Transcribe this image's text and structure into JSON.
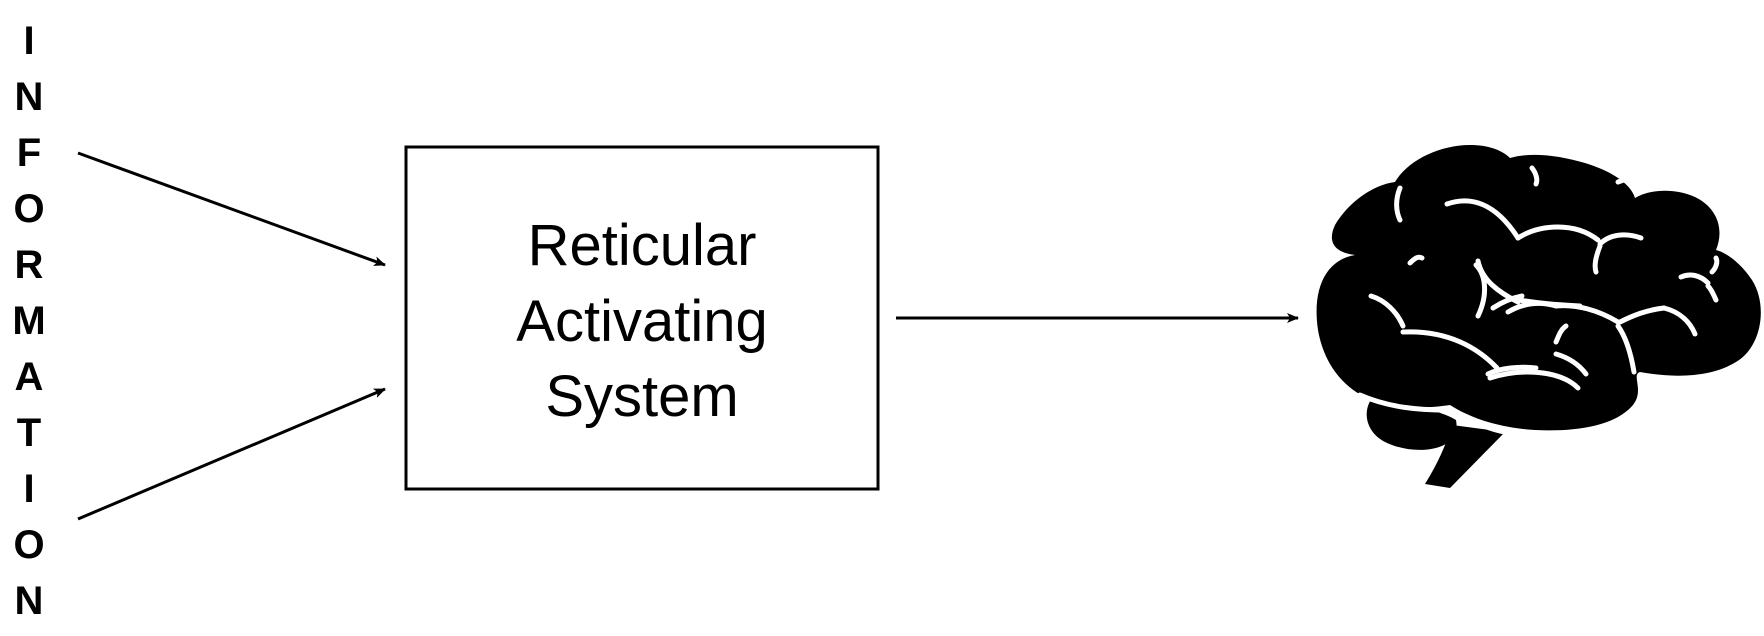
{
  "diagram": {
    "input_label": "INFORMATION",
    "process_box": {
      "lines": [
        "Reticular",
        "Activating",
        "System"
      ]
    },
    "output": {
      "icon": "brain-icon"
    },
    "colors": {
      "stroke": "#000000",
      "fill": "#000000",
      "background": "#ffffff"
    }
  }
}
